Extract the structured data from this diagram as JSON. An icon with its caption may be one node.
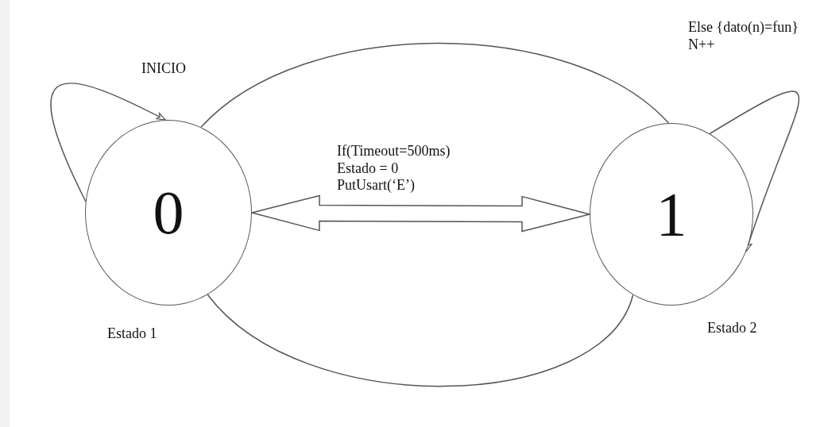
{
  "diagram": {
    "nodes": [
      {
        "text": [
          "0"
        ],
        "beside": [
          "Estado 1"
        ]
      },
      {
        "text": [
          "1"
        ],
        "beside": [
          "Estado 2"
        ]
      }
    ],
    "edges": [
      {
        "from": 0,
        "to": 0,
        "arrow": "to",
        "label": "INICIO"
      },
      {
        "from": 1,
        "to": 1,
        "arrow": "to",
        "label": "Else {dato(n)=fun} N++"
      },
      {
        "from": 0,
        "to": 1,
        "arrow": "both",
        "style": "thick",
        "label": "If(Timeout=500ms) Estado = 0 PutUsart(‘E’)"
      },
      {
        "from": 0,
        "to": 1,
        "arrow": "none"
      },
      {
        "from": 0,
        "to": 1,
        "arrow": "none"
      }
    ]
  }
}
